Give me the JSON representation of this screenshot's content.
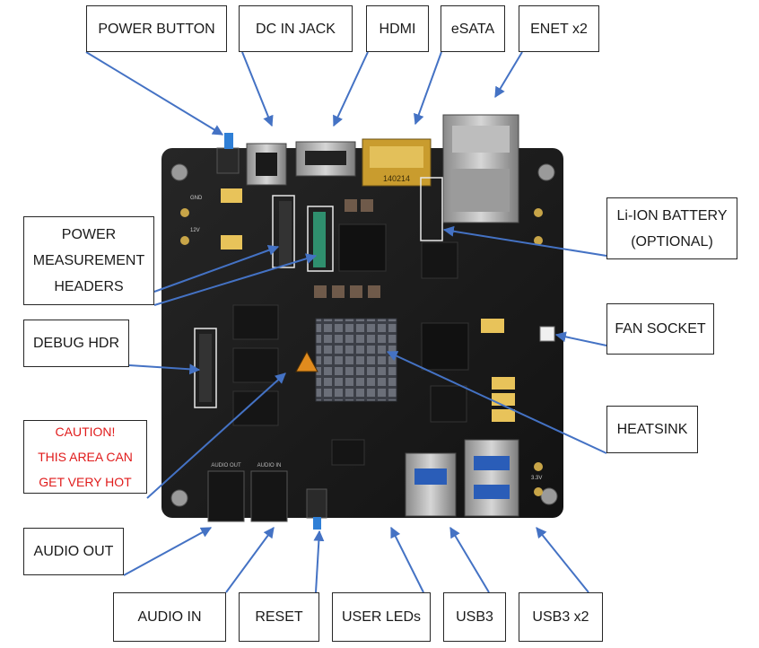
{
  "labels": {
    "power_button": "POWER BUTTON",
    "dc_in_jack": "DC IN JACK",
    "hdmi": "HDMI",
    "esata": "eSATA",
    "enet": "ENET x2",
    "li_ion_line1": "Li-ION BATTERY",
    "li_ion_line2": "(OPTIONAL)",
    "power_meas_line1": "POWER",
    "power_meas_line2": "MEASUREMENT",
    "power_meas_line3": "HEADERS",
    "debug_hdr": "DEBUG HDR",
    "fan_socket": "FAN SOCKET",
    "heatsink": "HEATSINK",
    "caution_line1": "CAUTION!",
    "caution_line2": "THIS AREA CAN",
    "caution_line3": "GET VERY HOT",
    "audio_out": "AUDIO OUT",
    "audio_in": "AUDIO IN",
    "reset": "RESET",
    "user_leds": "USER LEDs",
    "usb3": "USB3",
    "usb3x2": "USB3 x2"
  },
  "board_markings": {
    "esata_code": "140214",
    "audio_out_silk": "AUDIO OUT",
    "audio_in_silk": "AUDIO IN",
    "gnd": "GND",
    "v12": "12V",
    "v33": "3.3V"
  },
  "colors": {
    "arrow": "#4472c4",
    "caution_text": "#e01b1b",
    "label_border": "#262626",
    "pcb": "#1c1c1c"
  }
}
